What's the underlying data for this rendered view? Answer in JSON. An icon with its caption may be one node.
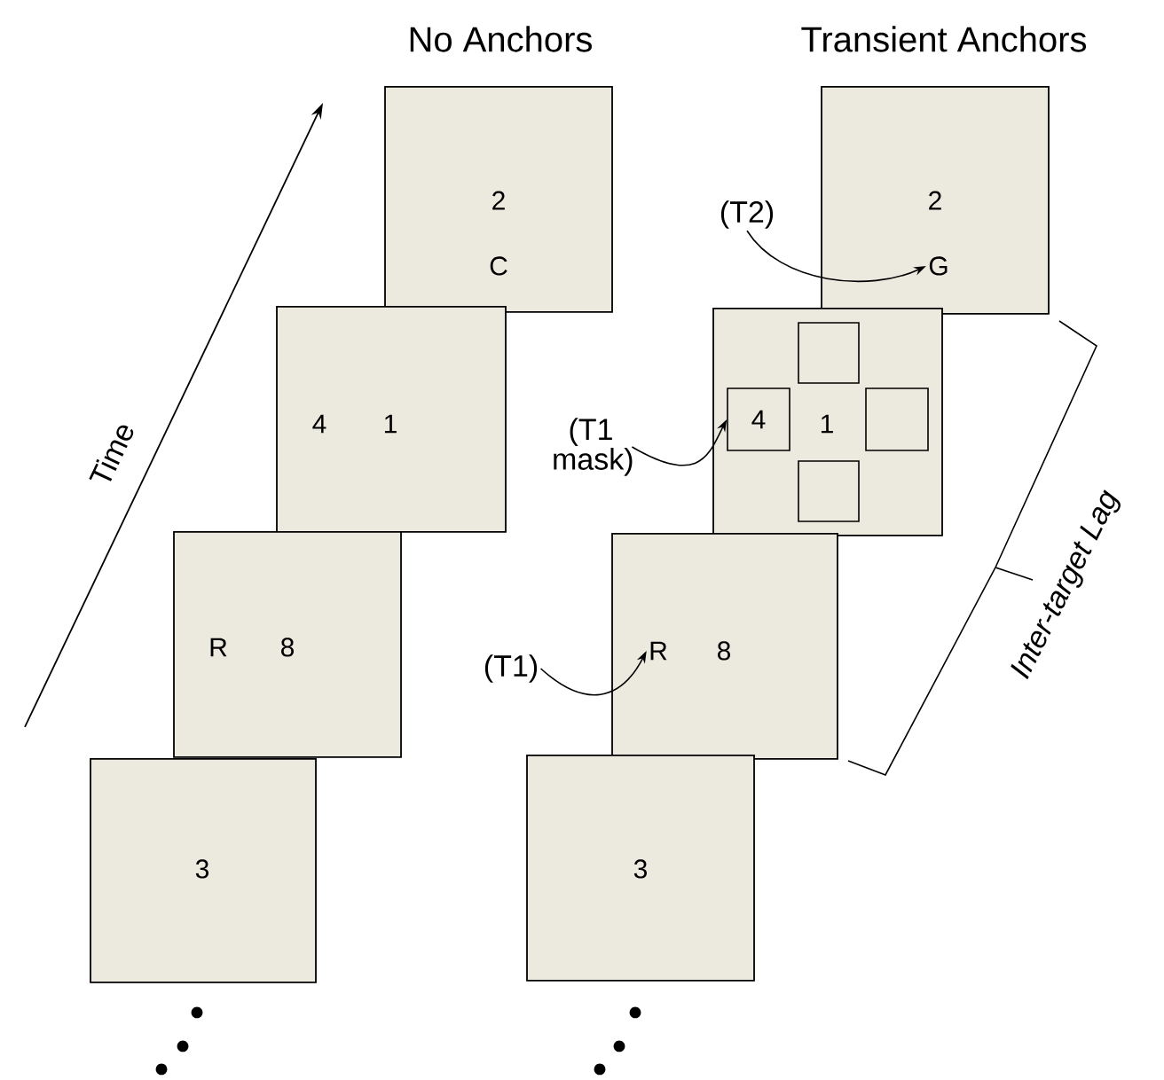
{
  "diagram": {
    "nodes": [
      {
        "text": [
          "2",
          "C"
        ]
      },
      {
        "text": [
          "4",
          "1"
        ]
      },
      {
        "text": [
          "R",
          "8"
        ]
      },
      {
        "text": [
          "3"
        ]
      },
      {
        "text": [
          "2"
        ]
      },
      {
        "text": [
          "G"
        ],
        "in": 4
      },
      {
        "text": [
          "(T2)"
        ]
      },
      {
        "text": [
          "1"
        ]
      },
      {
        "text": [],
        "shape": "box",
        "in": 7
      },
      {
        "text": [
          "4"
        ],
        "in": 7
      },
      {
        "text": [],
        "shape": "box",
        "in": 7
      },
      {
        "text": [],
        "shape": "box",
        "in": 7
      },
      {
        "text": [
          "(T1 mask)"
        ]
      },
      {
        "text": [
          "8"
        ]
      },
      {
        "text": [
          "R"
        ],
        "in": 13
      },
      {
        "text": [
          "(T1)"
        ]
      },
      {
        "text": [
          "3"
        ]
      }
    ],
    "edges": [
      {
        "from": 6,
        "to": 5,
        "arrow": "to"
      },
      {
        "from": 12,
        "to": 9,
        "arrow": "to"
      },
      {
        "from": 15,
        "to": 14,
        "arrow": "to"
      }
    ],
    "labels": [
      "No Anchors",
      "Transient Anchors",
      "Time",
      "Inter-target Lag"
    ]
  }
}
